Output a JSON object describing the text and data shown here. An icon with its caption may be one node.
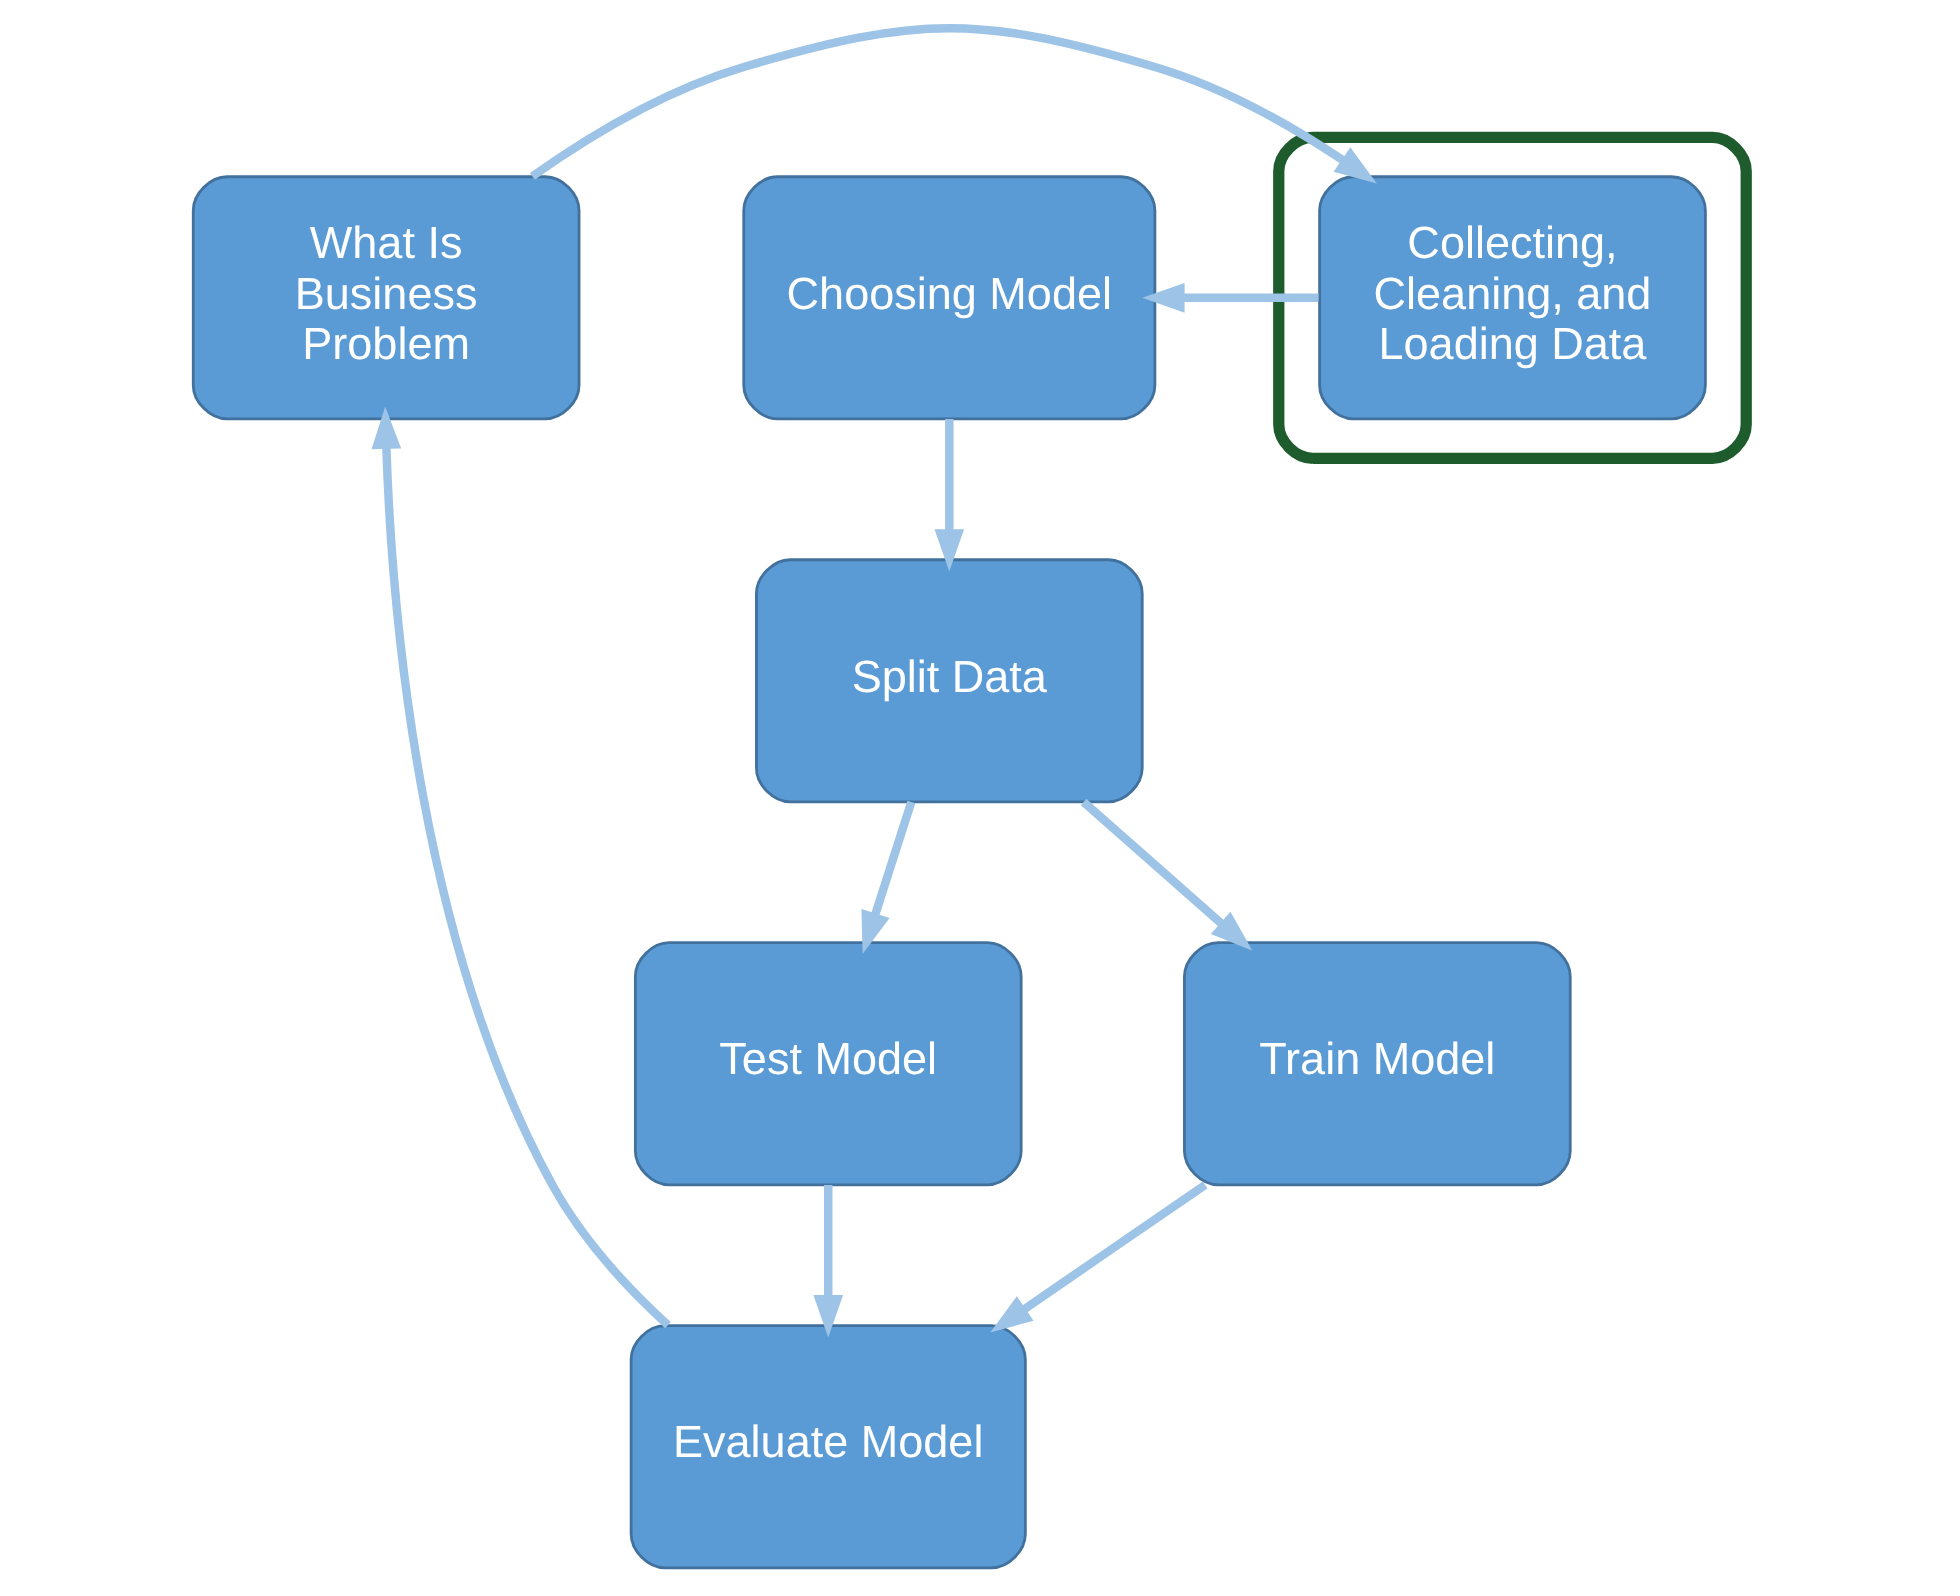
{
  "diagram": {
    "nodes": [
      {
        "text": [
          "What Is Business Problem"
        ]
      },
      {
        "text": [],
        "shape": "box"
      },
      {
        "text": [
          "Collecting, Cleaning, and Loading Data"
        ],
        "in": 1
      },
      {
        "text": [
          "Choosing Model"
        ]
      },
      {
        "text": [
          "Split Data"
        ]
      },
      {
        "text": [
          "Test Model"
        ]
      },
      {
        "text": [
          "Train Model"
        ]
      },
      {
        "text": [
          "Evaluate Model"
        ]
      }
    ],
    "edges": [
      {
        "from": 0,
        "to": 2,
        "arrow": "to"
      },
      {
        "from": 2,
        "to": 3,
        "arrow": "to"
      },
      {
        "from": 3,
        "to": 4,
        "arrow": "to"
      },
      {
        "from": 4,
        "to": 5,
        "arrow": "to"
      },
      {
        "from": 4,
        "to": 6,
        "arrow": "to"
      },
      {
        "from": 5,
        "to": 7,
        "arrow": "to"
      },
      {
        "from": 6,
        "to": 7,
        "arrow": "to"
      },
      {
        "from": 7,
        "to": 0,
        "arrow": "to"
      }
    ]
  }
}
